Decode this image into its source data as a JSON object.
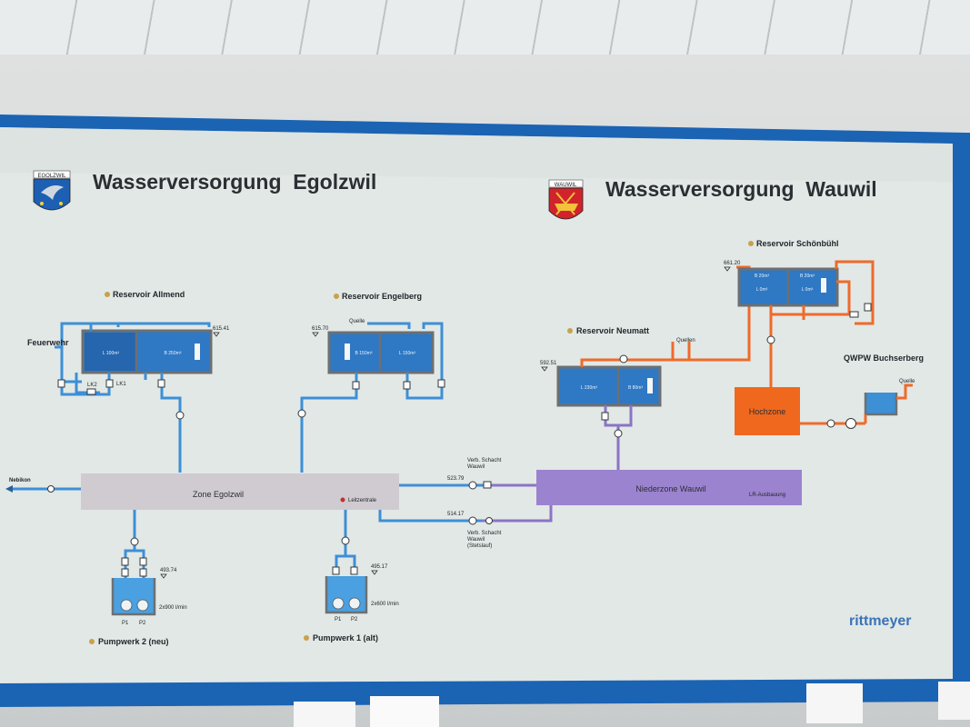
{
  "titles": {
    "egolzwil": "Wasserversorgung  Egolzwil",
    "wauwil": "Wasserversorgung  Wauwil"
  },
  "crests": {
    "egolzwil_label": "EGOLZWIL",
    "wauwil_label": "WAUWIL"
  },
  "reservoirs": {
    "allmend": {
      "name": "Reservoir Allmend",
      "level": "615.41",
      "chamber_left": "L 100m³",
      "chamber_right": "B 250m³",
      "side_label": "Feuerwehr",
      "lk2": "LK2",
      "lk1": "LK1"
    },
    "engelberg": {
      "name": "Reservoir Engelberg",
      "level": "615.70",
      "source": "Quelle",
      "chamber_left": "B 150m³",
      "chamber_right": "L 150m³"
    },
    "neumatt": {
      "name": "Reservoir Neumatt",
      "level": "592.51",
      "source": "Quellen",
      "chamber_left": "L 230m³",
      "chamber_right": "B 80m³"
    },
    "schoenbuehl": {
      "name": "Reservoir Schönbühl",
      "level": "661.20",
      "chamber_left_top": "B 20m³",
      "chamber_right_top": "B 20m³",
      "chamber_left_bottom": "L 0m³",
      "chamber_right_bottom": "L 0m³"
    }
  },
  "qwpw": {
    "name": "QWPW Buchserberg",
    "source": "Quelle"
  },
  "zones": {
    "egolzwil": "Zone Egolzwil",
    "wauwil": "Niederzone Wauwil",
    "wauwil_note": "LR-Ausbauung",
    "hochzone": "Hochzone",
    "leitzentrale": "Leitzentrale"
  },
  "links": {
    "nebikon": "Nebikon",
    "schacht1": "Verb. Schacht\nWauwil",
    "schacht1_level": "523.79",
    "schacht2": "Verb. Schacht\nWauwil\n(Stetslauf)",
    "schacht2_level": "514.17"
  },
  "pumpwerke": {
    "pw2": {
      "name": "Pumpwerk 2 (neu)",
      "level": "493.74",
      "flow": "2x900 l/min",
      "p1": "P1",
      "p2": "P2"
    },
    "pw1": {
      "name": "Pumpwerk 1 (alt)",
      "level": "495.17",
      "flow": "2x600 l/min",
      "p1": "P1",
      "p2": "P2"
    }
  },
  "brand": "rittmeyer",
  "colors": {
    "frame": "#1b63b3",
    "water": "#3d8fd6",
    "orange_pipe": "#ef6a2a",
    "purple_zone": "#9b83cf",
    "grey_zone": "#cfcbd0",
    "hochzone": "#f0681e"
  }
}
